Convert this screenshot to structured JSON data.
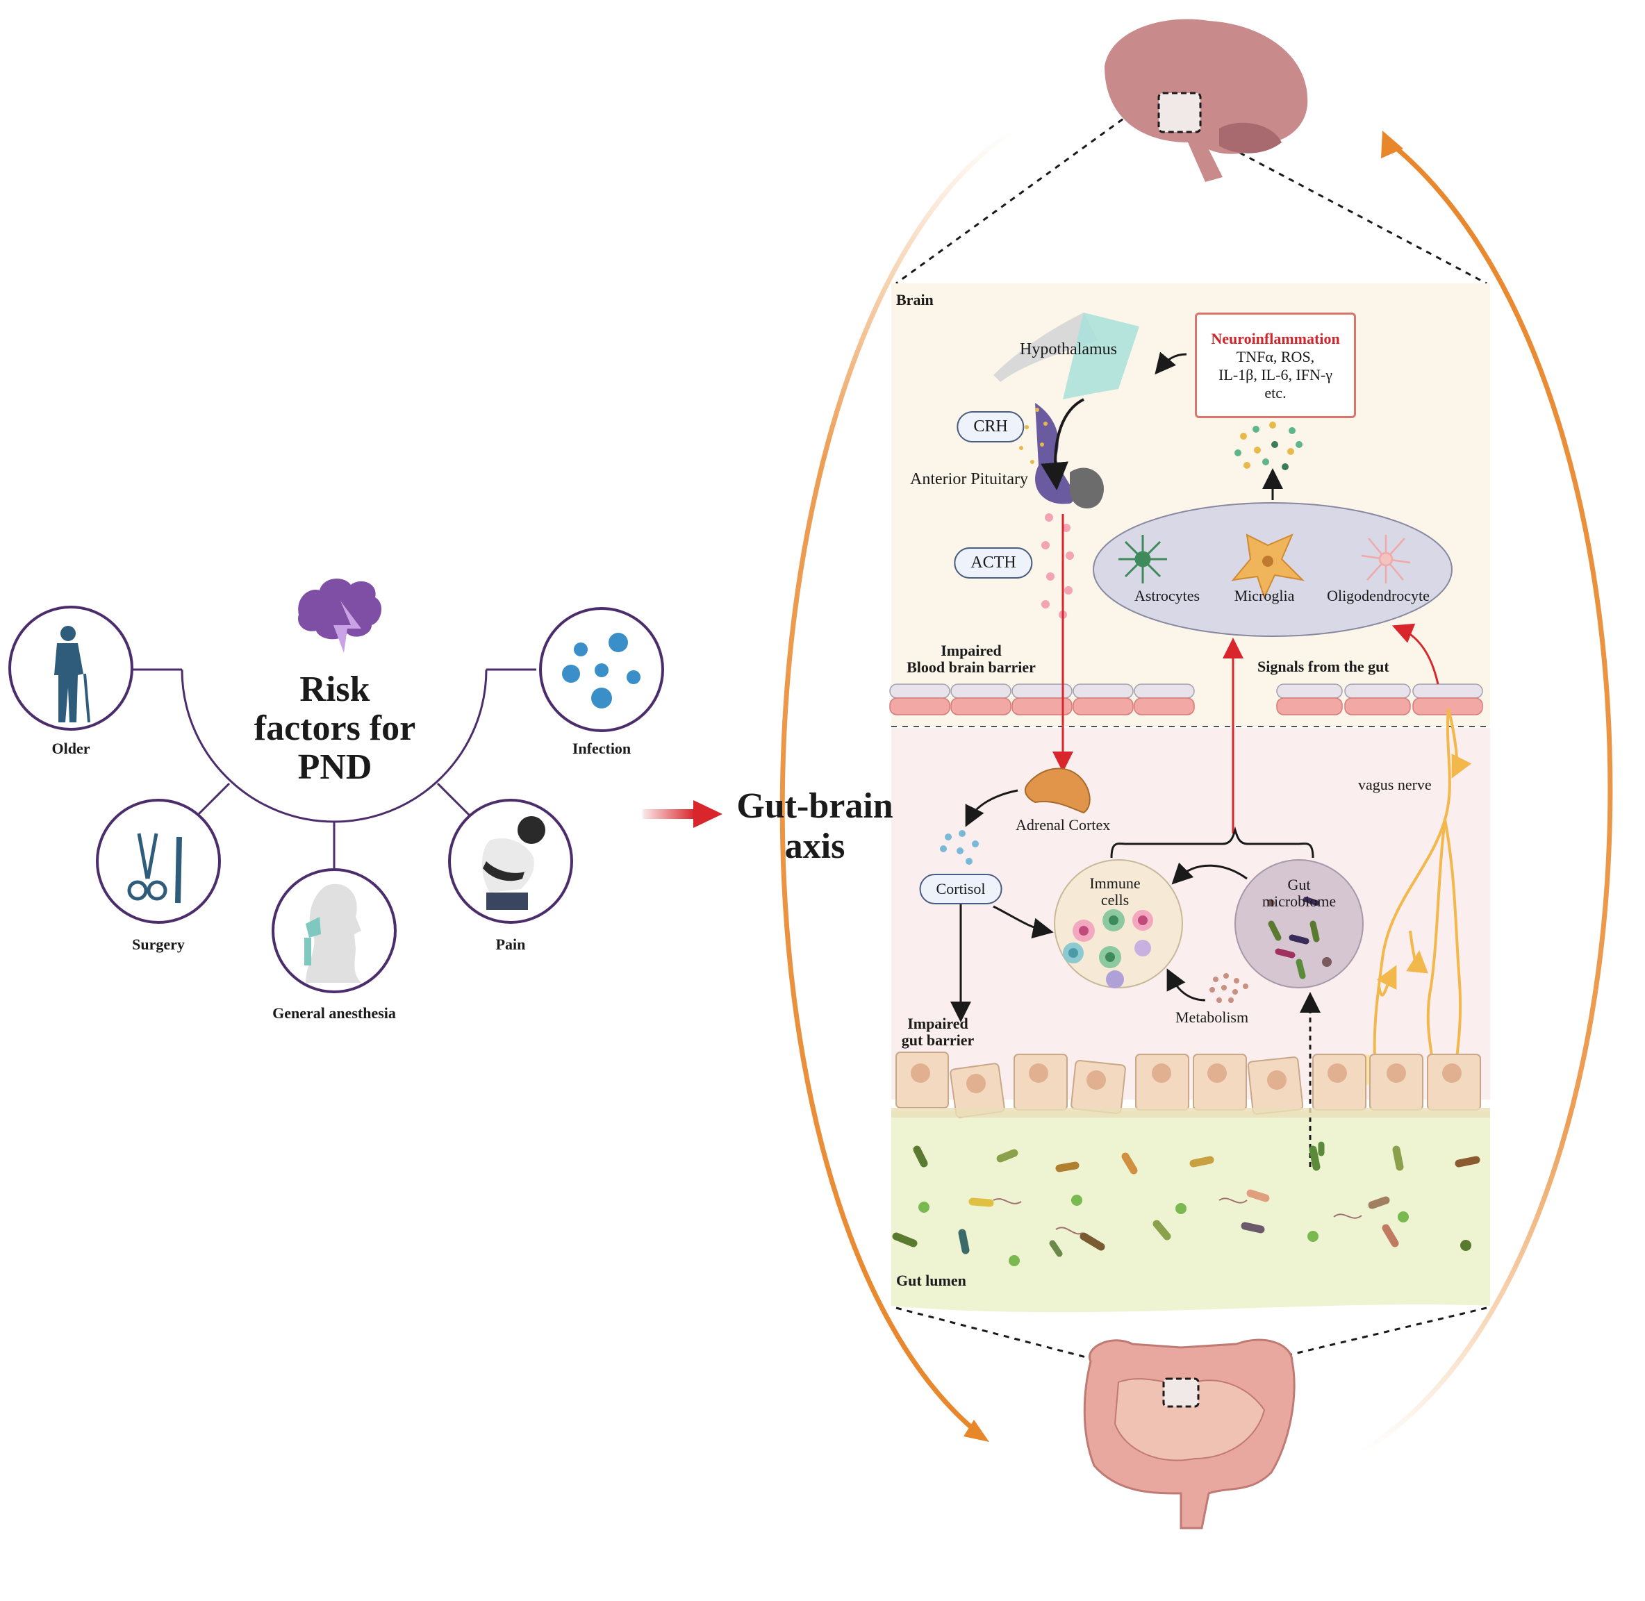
{
  "risk_factors": {
    "title_lines": [
      "Risk",
      "factors for",
      "PND"
    ],
    "items": [
      {
        "label": "Older",
        "icon": "elderly-person-icon"
      },
      {
        "label": "Infection",
        "icon": "virus-icon"
      },
      {
        "label": "Surgery",
        "icon": "surgical-tools-icon"
      },
      {
        "label": "General anesthesia",
        "icon": "anesthesia-mask-icon"
      },
      {
        "label": "Pain",
        "icon": "abdominal-pain-icon"
      }
    ]
  },
  "axis_title_lines": [
    "Gut-brain",
    "axis"
  ],
  "brain_panel": {
    "region_label": "Brain",
    "hypothalamus": "Hypothalamus",
    "anterior_pituitary": "Anterior Pituitary",
    "crh": "CRH",
    "acth": "ACTH",
    "neuroinflammation": {
      "title": "Neuroinflammation",
      "lines": [
        "TNFα, ROS,",
        "IL-1β, IL-6, IFN-γ",
        "etc."
      ]
    },
    "glial_cells": [
      "Astrocytes",
      "Microglia",
      "Oligodendrocyte"
    ],
    "impaired_bbb_lines": [
      "Impaired",
      "Blood brain barrier"
    ],
    "signals_from_gut": "Signals from the gut"
  },
  "gut_panel": {
    "adrenal_cortex": "Adrenal Cortex",
    "cortisol": "Cortisol",
    "vagus_nerve": "vagus nerve",
    "immune_cells_lines": [
      "Immune",
      "cells"
    ],
    "gut_microbiome_lines": [
      "Gut",
      "microbiome"
    ],
    "metabolism": "Metabolism",
    "impaired_gut_barrier_lines": [
      "Impaired",
      "gut barrier"
    ],
    "gut_lumen": "Gut lumen"
  },
  "colors": {
    "purple": "#4b2d6b",
    "orange_arrow": "#e8862a",
    "red_arrow": "#d8262c",
    "brain_bg": "#fbf6e9",
    "gut_bg": "#fbeeee",
    "lumen_bg": "#eef3d2"
  }
}
